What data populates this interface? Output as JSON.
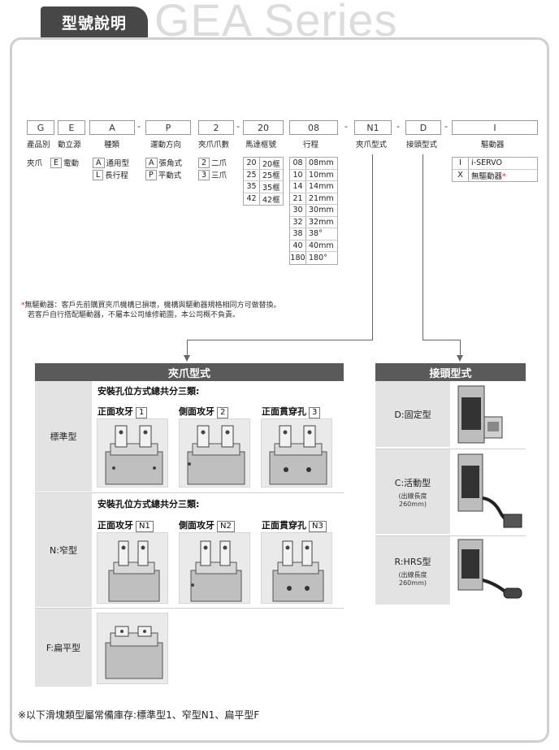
{
  "header": {
    "tab_title": "型號說明",
    "series_title": "GEA Series"
  },
  "code": {
    "segments": [
      "G",
      "E",
      "A",
      "P",
      "2",
      "20",
      "08",
      "N1",
      "D",
      "I"
    ],
    "labels": [
      "產品別",
      "動立源",
      "種類",
      "運動方向",
      "夾爪爪數",
      "馬達框號",
      "行程",
      "夾爪型式",
      "接頭型式",
      "驅動器"
    ]
  },
  "options": {
    "product": "夾爪",
    "source": {
      "k": "E",
      "v": "電動"
    },
    "type": [
      {
        "k": "A",
        "v": "通用型"
      },
      {
        "k": "L",
        "v": "長行程"
      }
    ],
    "motion": [
      {
        "k": "A",
        "v": "張角式"
      },
      {
        "k": "P",
        "v": "平動式"
      }
    ],
    "jaws": [
      {
        "k": "2",
        "v": "二爪"
      },
      {
        "k": "3",
        "v": "三爪"
      }
    ],
    "motor": [
      {
        "k": "20",
        "v": "20框"
      },
      {
        "k": "25",
        "v": "25框"
      },
      {
        "k": "35",
        "v": "35框"
      },
      {
        "k": "42",
        "v": "42框"
      }
    ],
    "stroke": [
      {
        "k": "08",
        "v": "08mm"
      },
      {
        "k": "10",
        "v": "10mm"
      },
      {
        "k": "14",
        "v": "14mm"
      },
      {
        "k": "21",
        "v": "21mm"
      },
      {
        "k": "30",
        "v": "30mm"
      },
      {
        "k": "32",
        "v": "32mm"
      },
      {
        "k": "38",
        "v": "38°"
      },
      {
        "k": "40",
        "v": "40mm"
      },
      {
        "k": "180",
        "v": "180°"
      }
    ],
    "driver": [
      {
        "k": "I",
        "v": "i-SERVO"
      },
      {
        "k": "X",
        "v": "無驅動器"
      }
    ],
    "driver_star": "*"
  },
  "note": {
    "star": "*",
    "line1_label": "無驅動器",
    "line1_rest": "：客戶先前購買夾爪機構已損壞，機構與驅動器規格相同方可做替換。",
    "line2": "若客戶自行搭配驅動器，不屬本公司維修範圍，本公司概不負責。"
  },
  "jaw_panel": {
    "title": "夾爪型式",
    "rows": [
      {
        "name": "標準型",
        "intro": "安裝孔位方式總共分三類:",
        "variants": [
          {
            "label": "正面攻牙",
            "num": "1"
          },
          {
            "label": "側面攻牙",
            "num": "2"
          },
          {
            "label": "正面貫穿孔",
            "num": "3"
          }
        ]
      },
      {
        "name": "N:窄型",
        "intro": "安裝孔位方式總共分三類:",
        "variants": [
          {
            "label": "正面攻牙",
            "num": "N1"
          },
          {
            "label": "側面攻牙",
            "num": "N2"
          },
          {
            "label": "正面貫穿孔",
            "num": "N3"
          }
        ]
      },
      {
        "name": "F:扁平型"
      }
    ]
  },
  "connector_panel": {
    "title": "接頭型式",
    "rows": [
      {
        "name": "D:固定型",
        "sub": ""
      },
      {
        "name": "C:活動型",
        "sub1": "(出線長度",
        "sub2": "260mm)"
      },
      {
        "name": "R:HRS型",
        "sub1": "(出線長度",
        "sub2": "260mm)"
      }
    ]
  },
  "footer": "※以下滑塊類型屬常備庫存:標準型1、窄型N1、扁平型F",
  "colors": {
    "panel_head": "#5a5a5a",
    "side_cell": "#e3e3e3",
    "accent_star": "#dd2233"
  }
}
